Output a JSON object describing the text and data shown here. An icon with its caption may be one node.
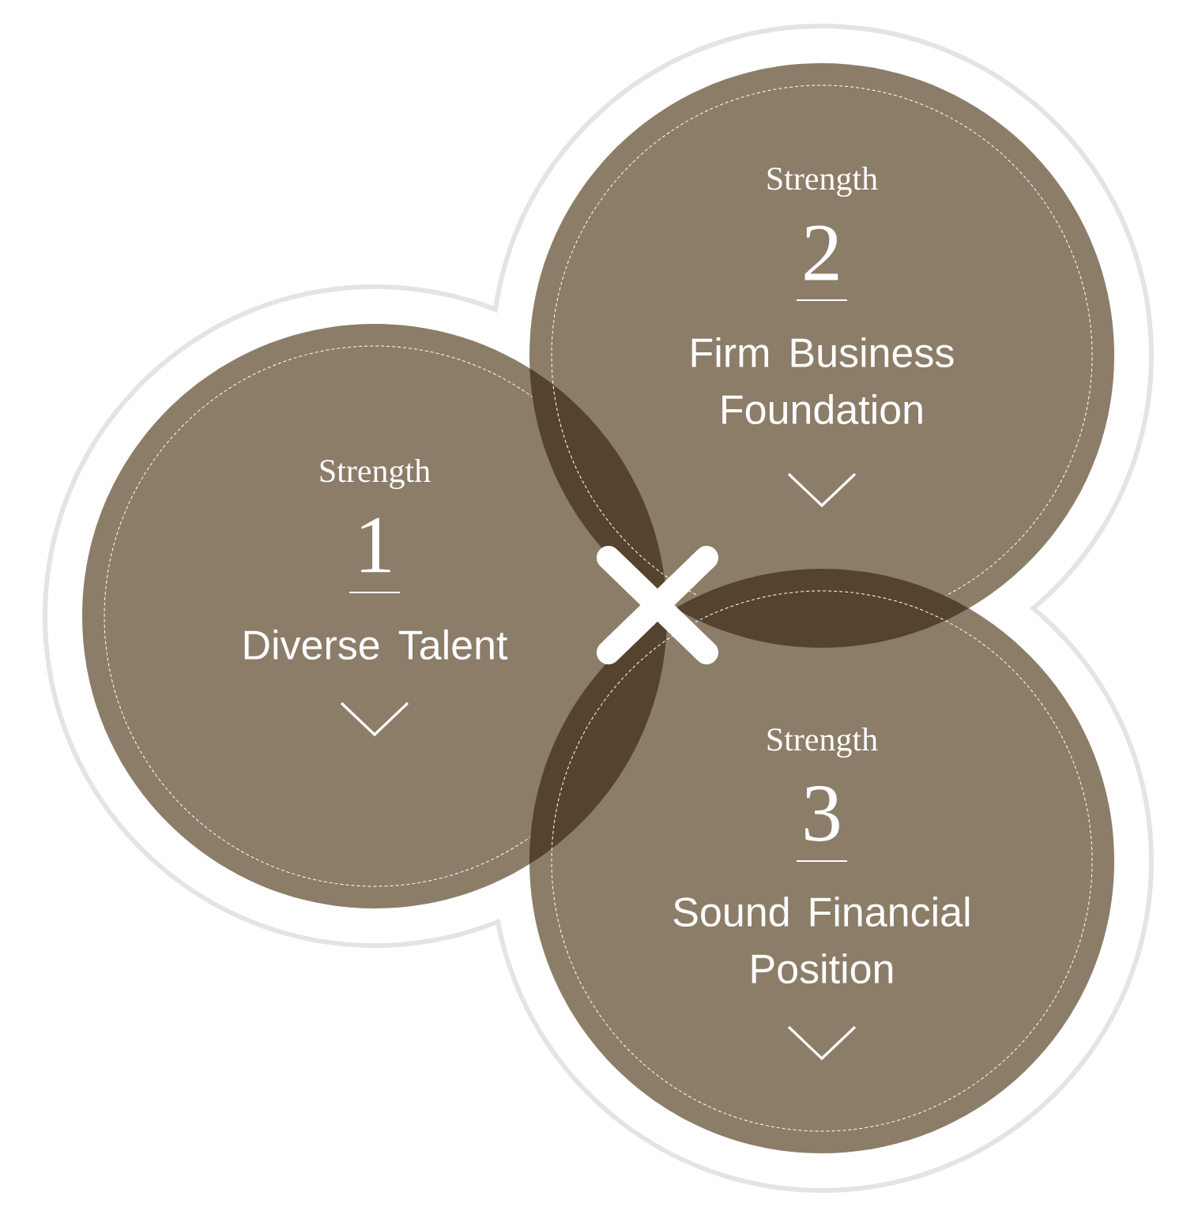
{
  "diagram": {
    "nodes": [
      {
        "text": [
          "Strength",
          "1",
          "Diverse Talent"
        ]
      },
      {
        "text": [
          "Strength",
          "2",
          "Firm Business Foundation"
        ]
      },
      {
        "text": [
          "Strength",
          "3",
          "Sound Financial Position"
        ]
      }
    ]
  }
}
